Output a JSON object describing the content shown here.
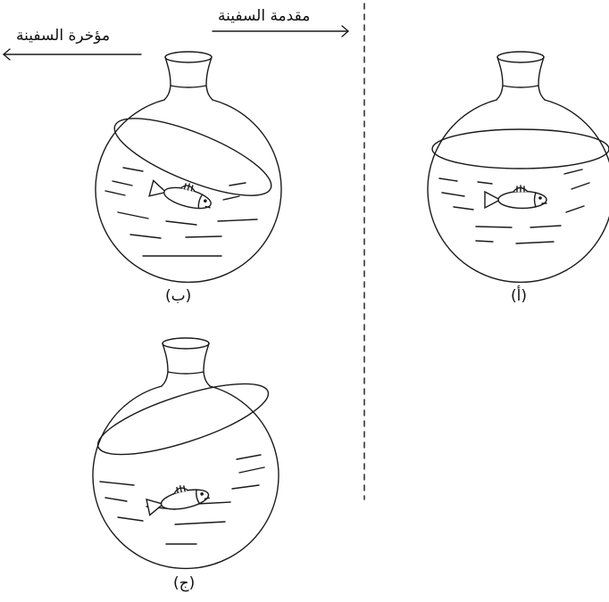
{
  "labels": {
    "stern": "مؤخرة السفينة",
    "bow": "مقدمة السفينة"
  },
  "captions": {
    "a": "(أ)",
    "b": "(ب)",
    "c": "(ج)"
  },
  "colors": {
    "line": "#1a1a1a",
    "background": "#ffffff"
  }
}
